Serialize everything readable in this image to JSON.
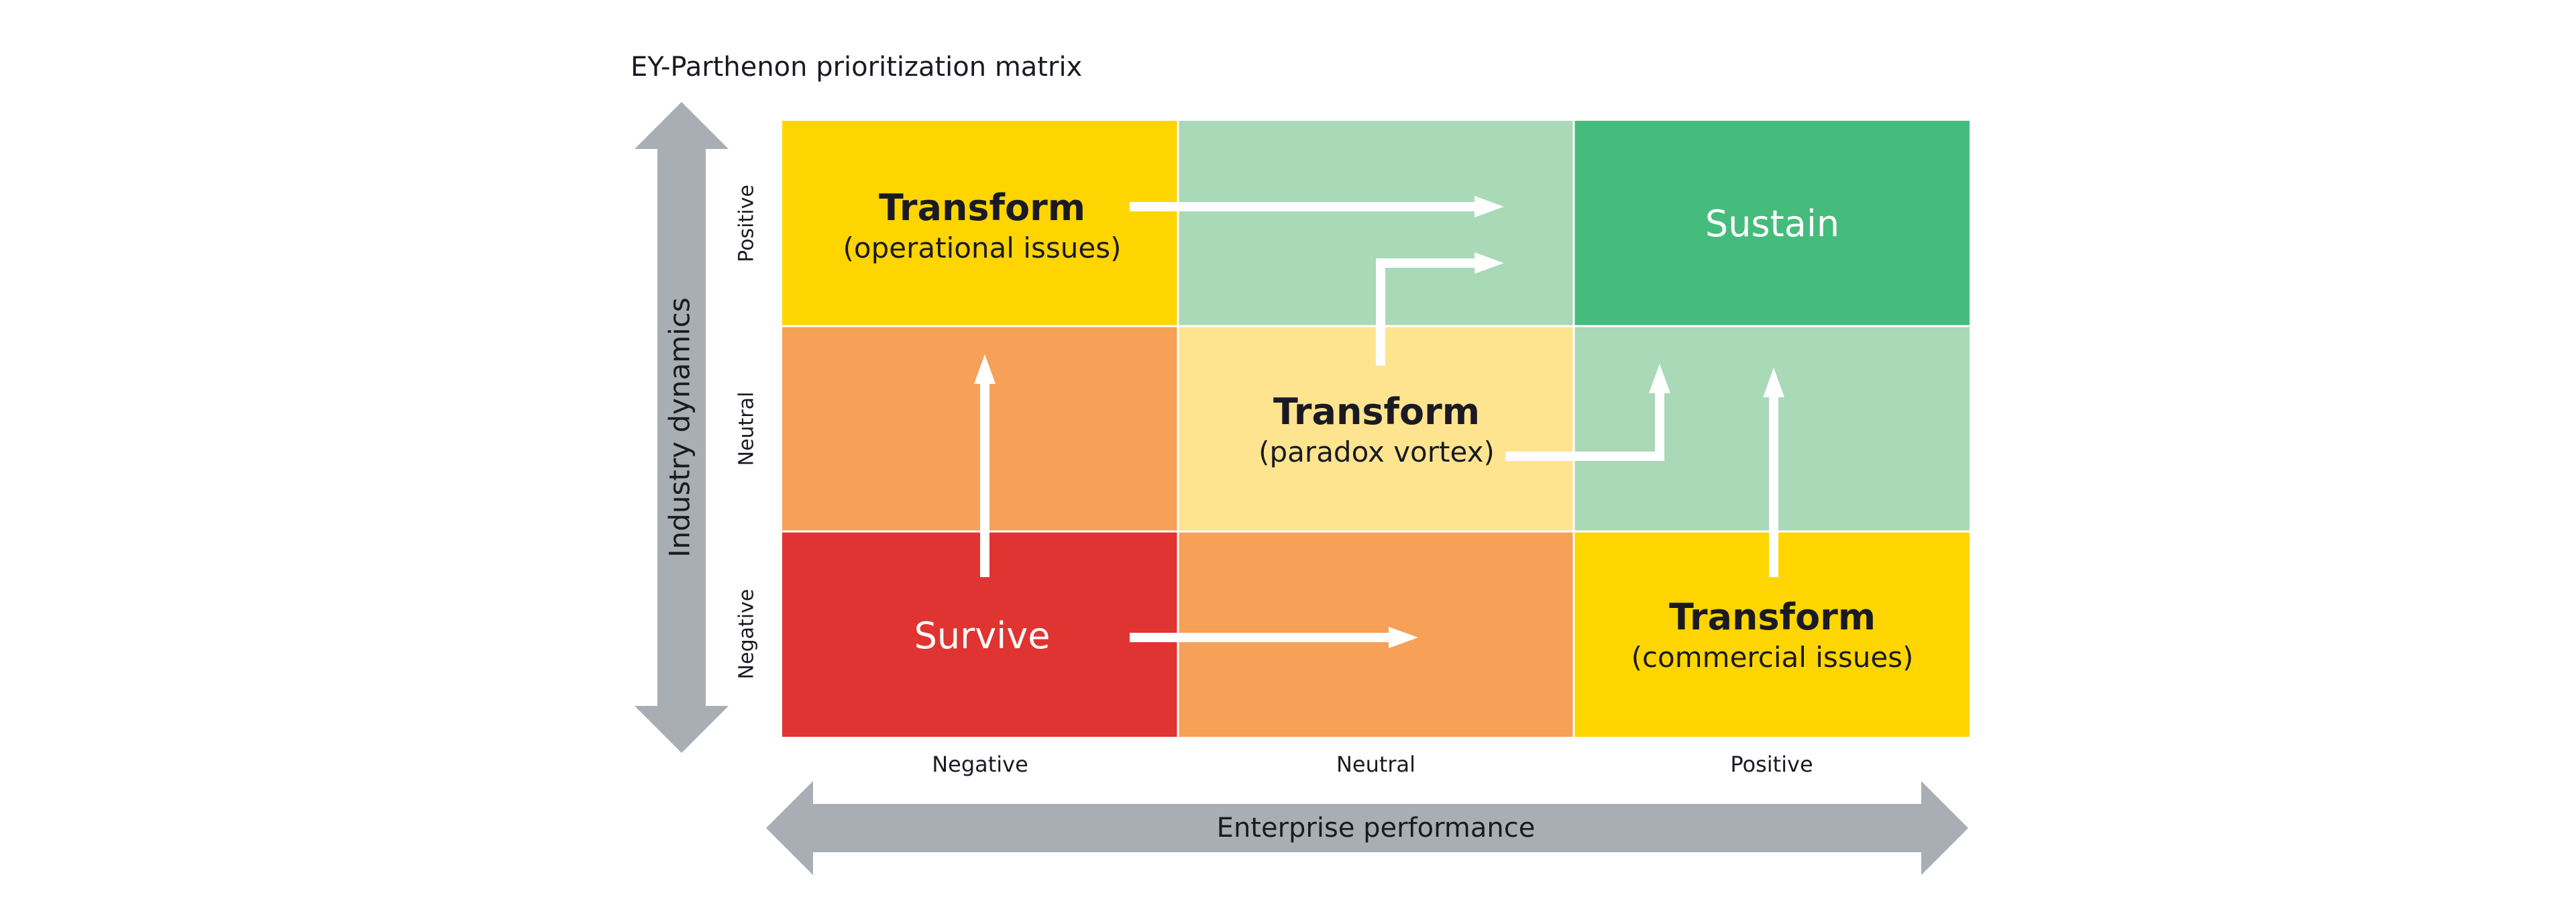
{
  "title": "EY-Parthenon prioritization matrix",
  "axes": {
    "x_label": "Enterprise performance",
    "y_label": "Industry dynamics",
    "x_ticks": [
      "Negative",
      "Neutral",
      "Positive"
    ],
    "y_ticks": [
      "Positive",
      "Neutral",
      "Negative"
    ]
  },
  "cells": {
    "top_left": {
      "title": "Transform",
      "subtitle": "(operational issues)"
    },
    "top_right": {
      "title": "Sustain"
    },
    "mid_center": {
      "title": "Transform",
      "subtitle": "(paradox vortex)"
    },
    "bottom_left": {
      "title": "Survive"
    },
    "bottom_right": {
      "title": "Transform",
      "subtitle": "(commercial issues)"
    }
  },
  "colors": {
    "yellow": "#FFD500",
    "light_green": "#A9D9B7",
    "green": "#45BC7C",
    "orange": "#F7A057",
    "light_yellow": "#FFE490",
    "red": "#E03432",
    "axis_gray": "#A8AEB3",
    "arrow_white": "#FFFFFF",
    "text_dark": "#1A1A24"
  }
}
